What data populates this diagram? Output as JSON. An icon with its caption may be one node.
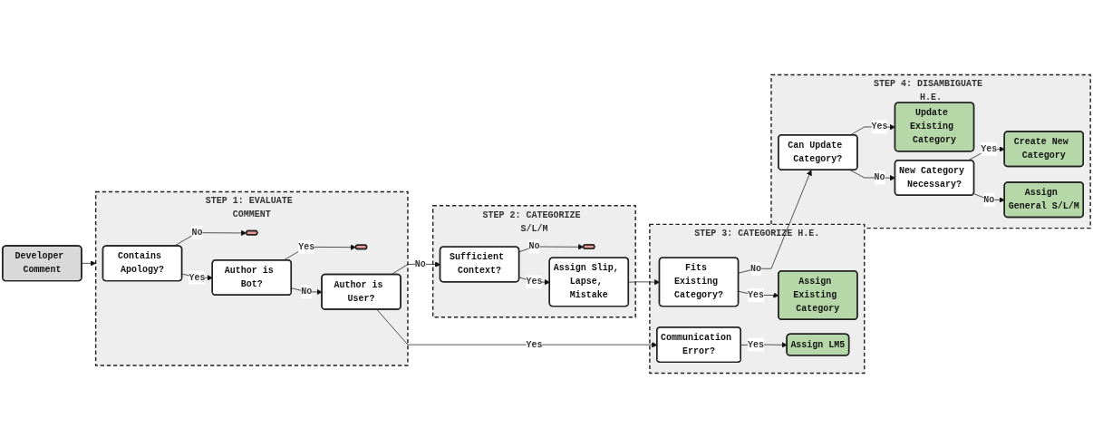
{
  "diagram": {
    "nodes": [
      {
        "text": [
          "Developer Comment"
        ]
      },
      {
        "text": [
          "STEP 1: EVALUATE COMMENT"
        ]
      },
      {
        "text": [
          "Contains Apology?"
        ],
        "in": 1
      },
      {
        "text": [],
        "shape": "octagon",
        "in": 1
      },
      {
        "text": [
          "Author is Bot?"
        ],
        "in": 1
      },
      {
        "text": [],
        "shape": "octagon",
        "in": 1
      },
      {
        "text": [
          "Author is User?"
        ],
        "in": 1
      },
      {
        "text": [
          "STEP 2: CATEGORIZE S/L/M"
        ]
      },
      {
        "text": [
          "Sufficient Context?"
        ],
        "in": 7
      },
      {
        "text": [],
        "shape": "octagon",
        "in": 7
      },
      {
        "text": [
          "Assign Slip, Lapse, Mistake"
        ],
        "in": 7
      },
      {
        "text": [
          "STEP 3: CATEGORIZE H.E."
        ]
      },
      {
        "text": [
          "Fits Existing Category?"
        ],
        "in": 11
      },
      {
        "text": [
          "Assign Existing Category"
        ],
        "in": 11
      },
      {
        "text": [
          "Communication Error?"
        ],
        "in": 11
      },
      {
        "text": [
          "Assign LM5"
        ],
        "in": 11
      },
      {
        "text": [
          "STEP 4: DISAMBIGUATE H.E."
        ]
      },
      {
        "text": [
          "Can Update Category?"
        ],
        "in": 16
      },
      {
        "text": [
          "Update Existing Category"
        ],
        "in": 16
      },
      {
        "text": [
          "New Category Necessary?"
        ],
        "in": 16
      },
      {
        "text": [
          "Create New Category"
        ],
        "in": 16
      },
      {
        "text": [
          "Assign General S/L/M"
        ],
        "in": 16
      }
    ],
    "edges": [
      {
        "from": 0,
        "to": 1,
        "arrow": "to"
      },
      {
        "from": 2,
        "to": 3,
        "arrow": "to",
        "label": "No"
      },
      {
        "from": 2,
        "to": 4,
        "arrow": "to",
        "label": "Yes"
      },
      {
        "from": 4,
        "to": 5,
        "arrow": "to",
        "label": "Yes"
      },
      {
        "from": 4,
        "to": 6,
        "arrow": "to",
        "label": "No"
      },
      {
        "from": 6,
        "to": 8,
        "arrow": "to",
        "label": "No"
      },
      {
        "from": 6,
        "to": 14,
        "arrow": "to",
        "label": "Yes"
      },
      {
        "from": 8,
        "to": 9,
        "arrow": "to",
        "label": "No"
      },
      {
        "from": 8,
        "to": 10,
        "arrow": "to",
        "label": "Yes"
      },
      {
        "from": 10,
        "to": 12,
        "arrow": "to"
      },
      {
        "from": 12,
        "to": 17,
        "arrow": "to",
        "label": "No"
      },
      {
        "from": 12,
        "to": 13,
        "arrow": "to",
        "label": "Yes"
      },
      {
        "from": 14,
        "to": 15,
        "arrow": "to",
        "label": "Yes"
      },
      {
        "from": 17,
        "to": 18,
        "arrow": "to",
        "label": "Yes"
      },
      {
        "from": 17,
        "to": 19,
        "arrow": "to",
        "label": "No"
      },
      {
        "from": 19,
        "to": 20,
        "arrow": "to",
        "label": "Yes"
      },
      {
        "from": 19,
        "to": 21,
        "arrow": "to",
        "label": "No"
      }
    ]
  }
}
